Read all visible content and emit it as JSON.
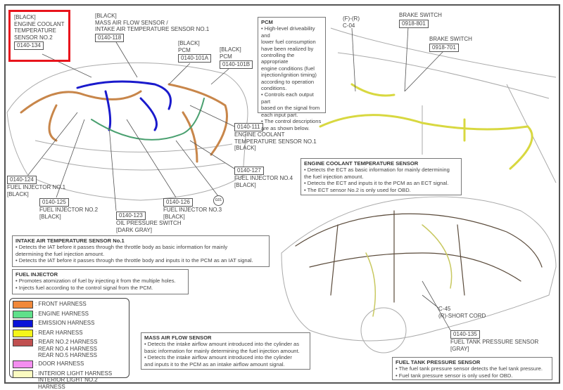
{
  "callouts": {
    "ect2": {
      "color": "[BLACK]",
      "name": [
        "ENGINE COOLANT",
        "TEMPERATURE",
        "SENSOR NO.2"
      ],
      "code": "0140-134"
    },
    "maf": {
      "color": "[BLACK]",
      "name": [
        "MASS AIR FLOW SENSOR /",
        "INTAKE AIR TEMPERATURE SENSOR NO.1"
      ],
      "code": "0140-118"
    },
    "pcm_a": {
      "color": "[BLACK]",
      "name": "PCM",
      "code": "0140-101A"
    },
    "pcm_b": {
      "color": "[BLACK]",
      "name": "PCM",
      "code": "0140-101B"
    },
    "ect1": {
      "code": "0140-111",
      "name": [
        "ENGINE COOLANT",
        "TEMPERATURE SENSOR NO.1"
      ],
      "color": "[BLACK]"
    },
    "inj4": {
      "code": "0140-127",
      "name": "FUEL INJECTOR NO.4",
      "color": "[BLACK]"
    },
    "inj1": {
      "code": "0140-124",
      "name": "FUEL INJECTOR NO.1",
      "color": "[BLACK]"
    },
    "inj2": {
      "code": "0140-125",
      "name": "FUEL INJECTOR NO.2",
      "color": "[BLACK]"
    },
    "oil": {
      "code": "0140-123",
      "name": "OIL PRESSURE SWITCH",
      "color": "[DARK GRAY]"
    },
    "inj3": {
      "code": "0140-126",
      "name": "FUEL INJECTOR NO.3",
      "color": "[BLACK]"
    },
    "ground": "G01",
    "c04": {
      "line1": "(F)-(R)",
      "line2": "C-04"
    },
    "brake1": {
      "name": "BRAKE SWITCH",
      "code": "0918-801"
    },
    "brake2": {
      "name": "BRAKE SWITCH",
      "code": "0918-701"
    },
    "c45": {
      "line1": "C-45",
      "line2": "(R)-SHORT CORD"
    },
    "ftp": {
      "code": "0140-135",
      "name": "FUEL TANK PRESSURE SENSOR",
      "color": "[GRAY]"
    }
  },
  "descriptions": {
    "pcm": {
      "title": "PCM",
      "lines": [
        "• High-level driveability and",
        "lower fuel consumption",
        "have been realized by",
        "controlling the appropriate",
        "engine conditions (fuel",
        "injection/ignition timing)",
        "according to operation",
        "conditions.",
        "• Controls each output part",
        "based on the signal from",
        "each input part.",
        "• The control descriptions",
        "are as shown below."
      ]
    },
    "ect": {
      "title": "ENGINE COOLANT TEMPERATURE SENSOR",
      "lines": [
        "• Detects the ECT as basic information for mainly determining",
        "the fuel injection amount.",
        "• Detects the ECT and inputs it to the PCM as an ECT signal.",
        "• The ECT sensor No.2 is only used for OBD."
      ]
    },
    "iat": {
      "title": "INTAKE AIR TEMPERATURE SENSOR No.1",
      "lines": [
        "• Detects the IAT before it passes through the throttle body as basic information for mainly",
        "determining the fuel injection amount.",
        "• Detects the IAT before it passes through the throttle body and inputs it to the PCM as an IAT signal."
      ]
    },
    "injector": {
      "title": "FUEL INJECTOR",
      "lines": [
        "• Promotes atomization of fuel by injecting it from the multiple holes.",
        "• Injects fuel according to the control signal from the PCM."
      ]
    },
    "maf": {
      "title": "MASS AIR FLOW SENSOR",
      "lines": [
        "• Detects the intake airflow amount introduced into the cylinder as",
        "basic information for mainly determining the fuel injection amount.",
        "• Detects the intake airflow amount introduced into the cylinder",
        "and inputs it to the PCM as an intake airflow amount signal."
      ]
    },
    "ftp": {
      "title": "FUEL TANK PRESSURE SENSOR",
      "lines": [
        "• The fuel tank pressure sensor detects the fuel tank pressure.",
        "• Fuel tank pressure sensor is only used for OBD."
      ]
    }
  },
  "legend": [
    {
      "color": "#f0883a",
      "labels": [
        ": FRONT HARNESS"
      ]
    },
    {
      "color": "#5fe08a",
      "labels": [
        ": ENGINE HARNESS"
      ]
    },
    {
      "color": "#0a14d8",
      "labels": [
        ": EMISSION HARNESS"
      ]
    },
    {
      "color": "#f5f51a",
      "labels": [
        ": REAR HARNESS"
      ]
    },
    {
      "color": "#c05050",
      "labels": [
        ": REAR NO.2 HARNESS",
        "REAR NO.4 HARNESS",
        "REAR NO.5 HARNESS"
      ]
    },
    {
      "color": "#f48ef0",
      "labels": [
        ": DOOR HARNESS"
      ]
    },
    {
      "color": "#fafac0",
      "labels": [
        ": INTERIOR LIGHT HARNESS",
        "INTERIOR LIGHT NO.2 HARNESS"
      ]
    }
  ],
  "highlight_color": "#e8141c"
}
